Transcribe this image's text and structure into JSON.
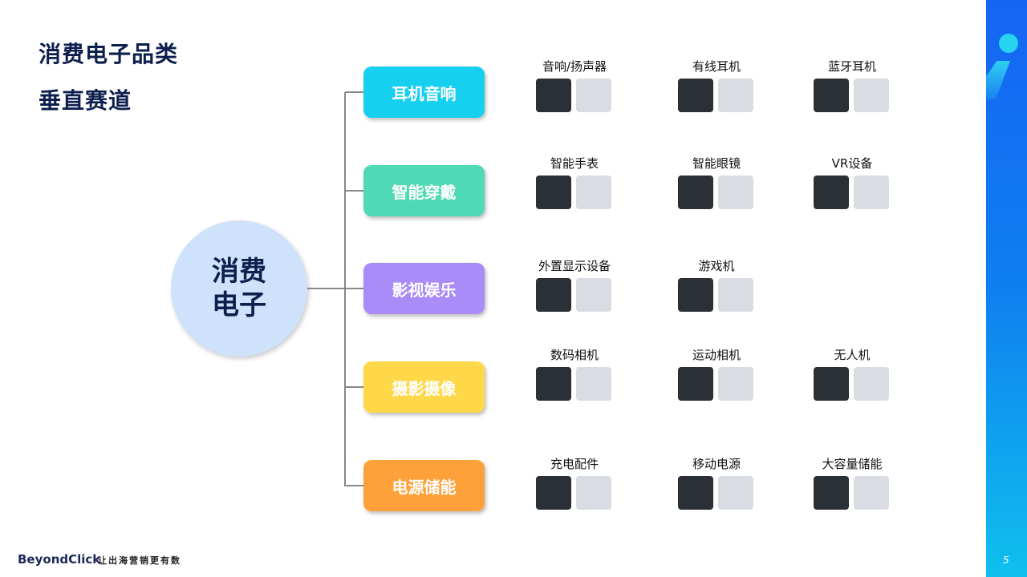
{
  "title": {
    "line1": "消费电子品类",
    "line2": "垂直赛道"
  },
  "center": {
    "label_line1": "消费",
    "label_line2": "电子"
  },
  "categories": [
    {
      "label": "耳机音响",
      "color": "#17cfee",
      "products": [
        "音响/扬声器",
        "有线耳机",
        "蓝牙耳机"
      ]
    },
    {
      "label": "智能穿戴",
      "color": "#4fd9b4",
      "products": [
        "智能手表",
        "智能眼镜",
        "VR设备"
      ]
    },
    {
      "label": "影视娱乐",
      "color": "#a98cf7",
      "products": [
        "外置显示设备",
        "游戏机"
      ]
    },
    {
      "label": "摄影摄像",
      "color": "#ffd84a",
      "products": [
        "数码相机",
        "运动相机",
        "无人机"
      ]
    },
    {
      "label": "电源储能",
      "color": "#ffa13a",
      "products": [
        "充电配件",
        "移动电源",
        "大容量储能"
      ]
    }
  ],
  "footer": {
    "logo": "BeyondClick",
    "slogan": "让出海营销更有数"
  },
  "page_number": "5"
}
